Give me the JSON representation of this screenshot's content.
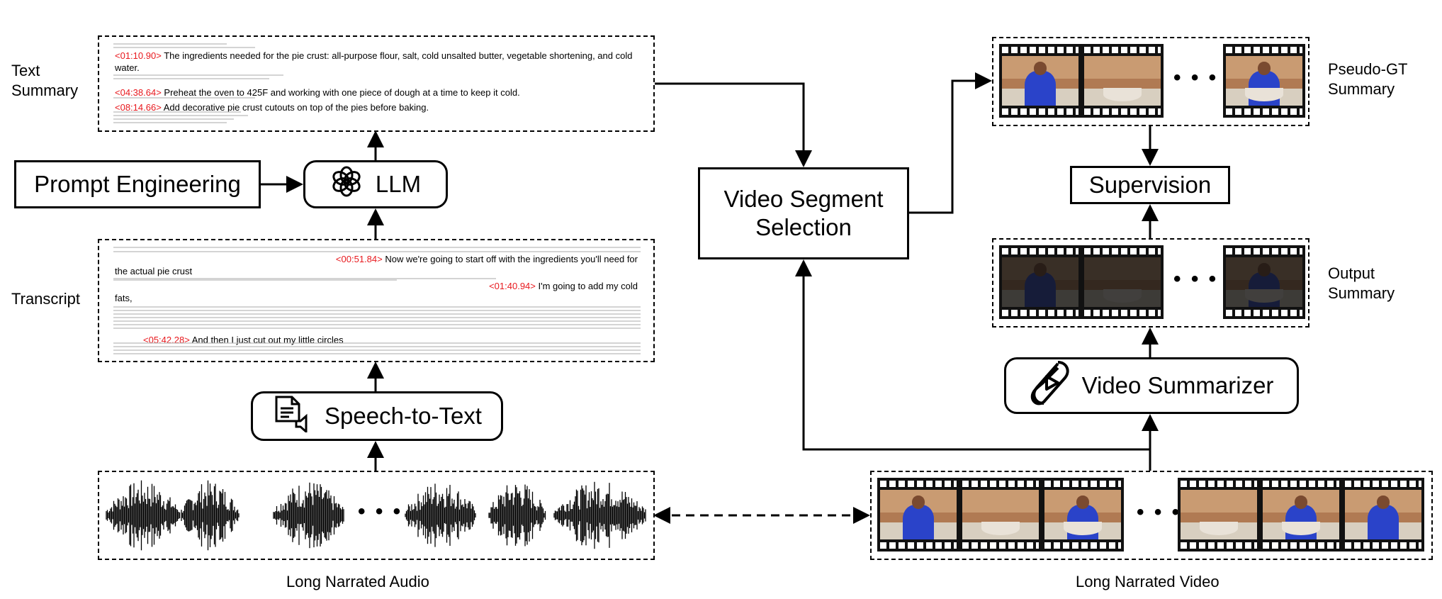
{
  "labels": {
    "text_summary": "Text\nSummary",
    "transcript": "Transcript",
    "pseudo_gt": "Pseudo-GT\nSummary",
    "output_summary": "Output\nSummary",
    "long_audio": "Long Narrated Audio",
    "long_video": "Long Narrated Video"
  },
  "boxes": {
    "prompt_engineering": "Prompt Engineering",
    "llm": "LLM",
    "speech_to_text": "Speech-to-Text",
    "video_segment_selection_line1": "Video Segment",
    "video_segment_selection_line2": "Selection",
    "supervision": "Supervision",
    "video_summarizer": "Video Summarizer"
  },
  "summary": {
    "line1_ts": "<01:10.90>",
    "line1_text": "The ingredients needed for the pie crust: all-purpose flour, salt, cold unsalted butter, vegetable shortening, and cold water.",
    "line2_ts": "<04:38.64>",
    "line2_text": "Preheat the oven to 425F and working with one piece of dough at a time to keep it cold.",
    "line3_ts": "<08:14.66>",
    "line3_text": "Add decorative pie crust cutouts on top of the pies before baking."
  },
  "transcript": {
    "seg1_ts": "<00:51.84>",
    "seg1_text": "Now we're going to start off with the ingredients you'll need for",
    "seg1_text_cont": "the actual pie crust",
    "seg2_ts": "<01:40.94>",
    "seg2_text": "I'm going to add my cold",
    "seg2_text_cont": "fats,",
    "seg3_ts": "<05:42.28>",
    "seg3_text": "And then I just cut out my little circles"
  },
  "ellipsis": "• • •",
  "colors": {
    "timestamp": "#e8191e",
    "stroke": "#000000"
  },
  "icons": {
    "llm": "openai-logo-icon",
    "speech": "transcribe-icon",
    "summarizer": "summarizer-play-icon"
  }
}
